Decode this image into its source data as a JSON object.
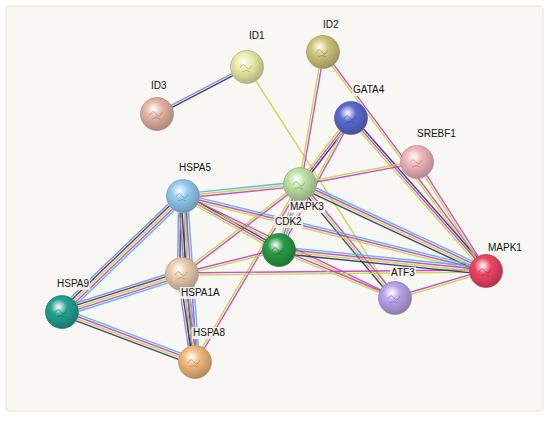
{
  "diagram": {
    "nodes": [
      {
        "text": [
          "ID2"
        ]
      },
      {
        "text": [
          "ID1"
        ]
      },
      {
        "text": [
          "ID3"
        ]
      },
      {
        "text": [
          "GATA4"
        ]
      },
      {
        "text": [
          "SREBF1"
        ]
      },
      {
        "text": [
          "MAPK3"
        ]
      },
      {
        "text": [
          "HSPA5"
        ]
      },
      {
        "text": [
          "CDK2"
        ]
      },
      {
        "text": [
          "MAPK1"
        ]
      },
      {
        "text": [
          "HSPA1A"
        ]
      },
      {
        "text": [
          "ATF3"
        ]
      },
      {
        "text": [
          "HSPA9"
        ]
      },
      {
        "text": [
          "HSPA8"
        ]
      }
    ],
    "edges": [
      {
        "from": 1,
        "to": 2,
        "arrow": "none"
      },
      {
        "from": 1,
        "to": 10,
        "arrow": "none"
      },
      {
        "from": 0,
        "to": 5,
        "arrow": "none"
      },
      {
        "from": 0,
        "to": 8,
        "arrow": "none"
      },
      {
        "from": 3,
        "to": 5,
        "arrow": "none"
      },
      {
        "from": 3,
        "to": 8,
        "arrow": "none"
      },
      {
        "from": 3,
        "to": 7,
        "arrow": "none"
      },
      {
        "from": 4,
        "to": 5,
        "arrow": "none"
      },
      {
        "from": 4,
        "to": 8,
        "arrow": "none"
      },
      {
        "from": 5,
        "to": 8,
        "arrow": "none"
      },
      {
        "from": 5,
        "to": 6,
        "arrow": "none"
      },
      {
        "from": 5,
        "to": 9,
        "arrow": "none"
      },
      {
        "from": 5,
        "to": 7,
        "arrow": "none"
      },
      {
        "from": 5,
        "to": 10,
        "arrow": "none"
      },
      {
        "from": 5,
        "to": 12,
        "arrow": "none"
      },
      {
        "from": 6,
        "to": 8,
        "arrow": "none"
      },
      {
        "from": 6,
        "to": 7,
        "arrow": "none"
      },
      {
        "from": 6,
        "to": 10,
        "arrow": "none"
      },
      {
        "from": 6,
        "to": 9,
        "arrow": "none"
      },
      {
        "from": 6,
        "to": 11,
        "arrow": "none"
      },
      {
        "from": 6,
        "to": 12,
        "arrow": "none"
      },
      {
        "from": 9,
        "to": 11,
        "arrow": "none"
      },
      {
        "from": 9,
        "to": 12,
        "arrow": "none"
      },
      {
        "from": 9,
        "to": 7,
        "arrow": "none"
      },
      {
        "from": 9,
        "to": 8,
        "arrow": "none"
      },
      {
        "from": 11,
        "to": 12,
        "arrow": "none"
      },
      {
        "from": 7,
        "to": 8,
        "arrow": "none"
      },
      {
        "from": 7,
        "to": 10,
        "arrow": "none"
      },
      {
        "from": 10,
        "to": 8,
        "arrow": "none"
      }
    ]
  }
}
